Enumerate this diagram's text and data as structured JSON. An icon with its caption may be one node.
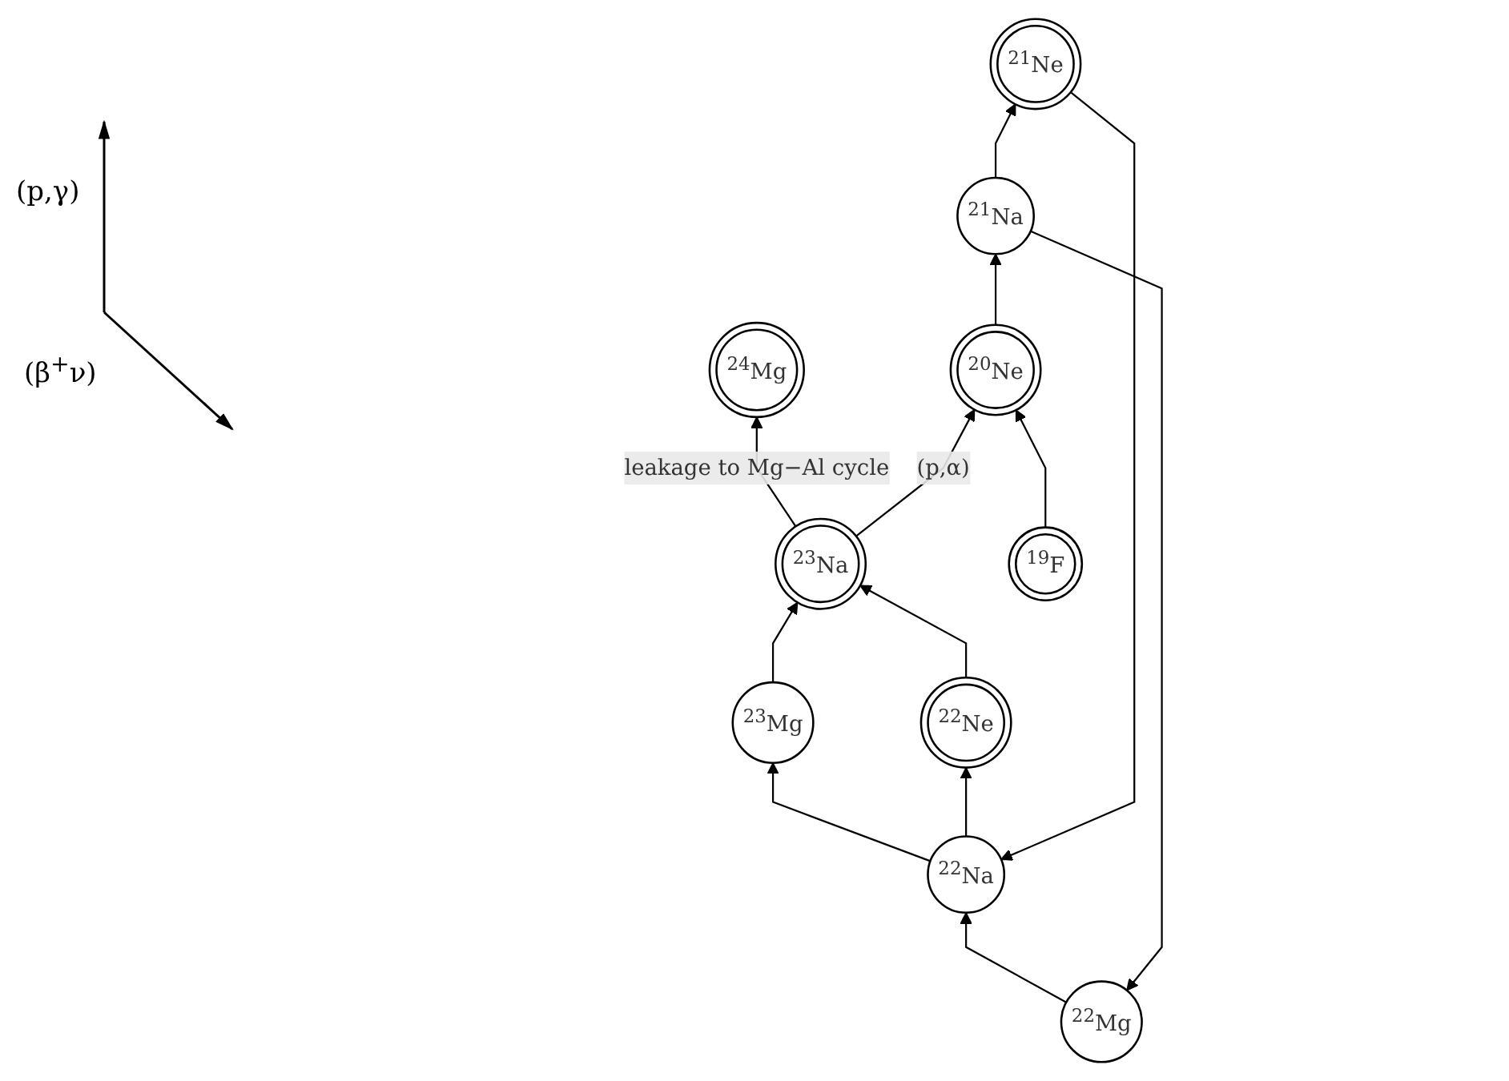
{
  "diagram": {
    "nodes": [
      {
        "text": [
          "$^{22}$Mg"
        ]
      },
      {
        "text": [
          "$^{23}$Mg"
        ]
      },
      {
        "text": [
          "$^{24}$Mg"
        ]
      },
      {
        "text": [
          "$^{21}$Na"
        ]
      },
      {
        "text": [
          "$^{22}$Na"
        ]
      },
      {
        "text": [
          "$^{23}$Na"
        ]
      },
      {
        "text": [
          "$^{20}$Ne"
        ]
      },
      {
        "text": [
          "$^{21}$Ne"
        ]
      },
      {
        "text": [
          "$^{22}$Ne"
        ]
      },
      {
        "text": [
          "$^{19}$F"
        ]
      }
    ],
    "edges": [
      {
        "from": 9,
        "to": 6,
        "arrow": "to"
      },
      {
        "from": 6,
        "to": 3,
        "arrow": "to"
      },
      {
        "from": 3,
        "to": 0,
        "arrow": "to"
      },
      {
        "from": 0,
        "to": 4,
        "arrow": "to"
      },
      {
        "from": 3,
        "to": 7,
        "arrow": "to"
      },
      {
        "from": 7,
        "to": 4,
        "arrow": "to"
      },
      {
        "from": 4,
        "to": 1,
        "arrow": "to"
      },
      {
        "from": 1,
        "to": 5,
        "arrow": "to"
      },
      {
        "from": 4,
        "to": 8,
        "arrow": "to"
      },
      {
        "from": 8,
        "to": 5,
        "arrow": "to"
      },
      {
        "from": 5,
        "to": 2,
        "arrow": "to",
        "label": "leakage to Mg−Al cycle"
      },
      {
        "from": 5,
        "to": 6,
        "arrow": "to",
        "label": "(p,α)"
      }
    ],
    "labels": [
      "(p,γ)",
      "(β$^{+}$ν)"
    ]
  }
}
